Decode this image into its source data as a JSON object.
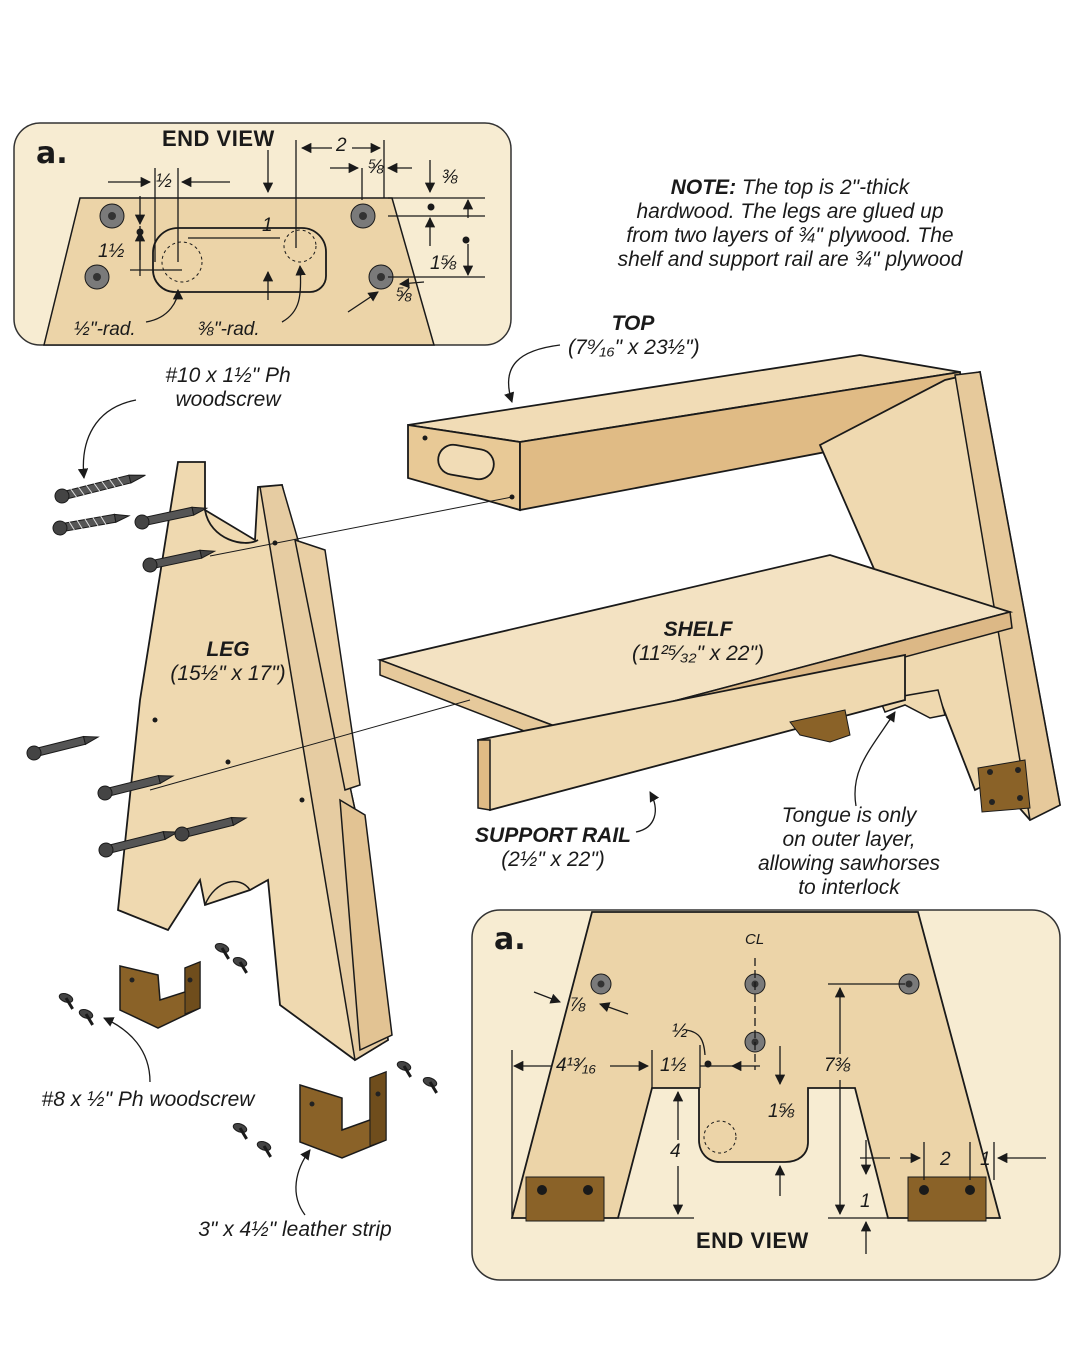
{
  "note": {
    "lead": "NOTE:",
    "lines": [
      "The top is 2\"-thick",
      "hardwood. The legs are glued up",
      "from two layers of ¾\" plywood. The",
      "shelf and support rail are ¾\" plywood"
    ]
  },
  "top_inset": {
    "letter": "a.",
    "title": "END VIEW",
    "dims": {
      "half_top": "½",
      "two": "2",
      "five_eighths_top": "⅝",
      "three_eighths": "⅜",
      "one": "1",
      "one_half_left": "1½",
      "one_five_eighths": "1⅝",
      "five_eighths_bottom": "⅝",
      "half_rad": "½\"-rad.",
      "three_eighths_rad": "⅜\"-rad."
    }
  },
  "parts": {
    "top": {
      "name": "TOP",
      "size": "(7⁹⁄₁₆\" x 23½\")"
    },
    "leg": {
      "name": "LEG",
      "size": "(15½\" x 17\")"
    },
    "shelf": {
      "name": "SHELF",
      "size": "(11²⁵⁄₃₂\" x 22\")"
    },
    "support_rail": {
      "name": "SUPPORT RAIL",
      "size": "(2½\" x 22\")"
    }
  },
  "callouts": {
    "woodscrew_large": [
      "#10 x 1½\" Ph",
      "woodscrew"
    ],
    "woodscrew_small": "#8 x ½\" Ph woodscrew",
    "leather_strip": "3\" x 4½\" leather strip",
    "tongue_note": [
      "Tongue is only",
      "on outer layer,",
      "allowing sawhorses",
      "to interlock"
    ]
  },
  "bottom_inset": {
    "letter": "a.",
    "title": "END VIEW",
    "centerline": "CL",
    "dims": {
      "seven_eighths": "⅞",
      "half": "½",
      "four_thirteen_sixteenths": "4¹³⁄₁₆",
      "one_half": "1½",
      "seven_three_eighths": "7⅜",
      "one_five_eighths": "1⅝",
      "four": "4",
      "two": "2",
      "one_right": "1",
      "one_bottom": "1"
    }
  },
  "colors": {
    "wood": "#efd9b0",
    "wood_dark": "#d9b98a",
    "wood_top": "#e2bf8c",
    "leather": "#8a6228",
    "inset_bg": "#f7ecd2",
    "inset_wood": "#ecd4a8",
    "line": "#1a1a1a"
  }
}
